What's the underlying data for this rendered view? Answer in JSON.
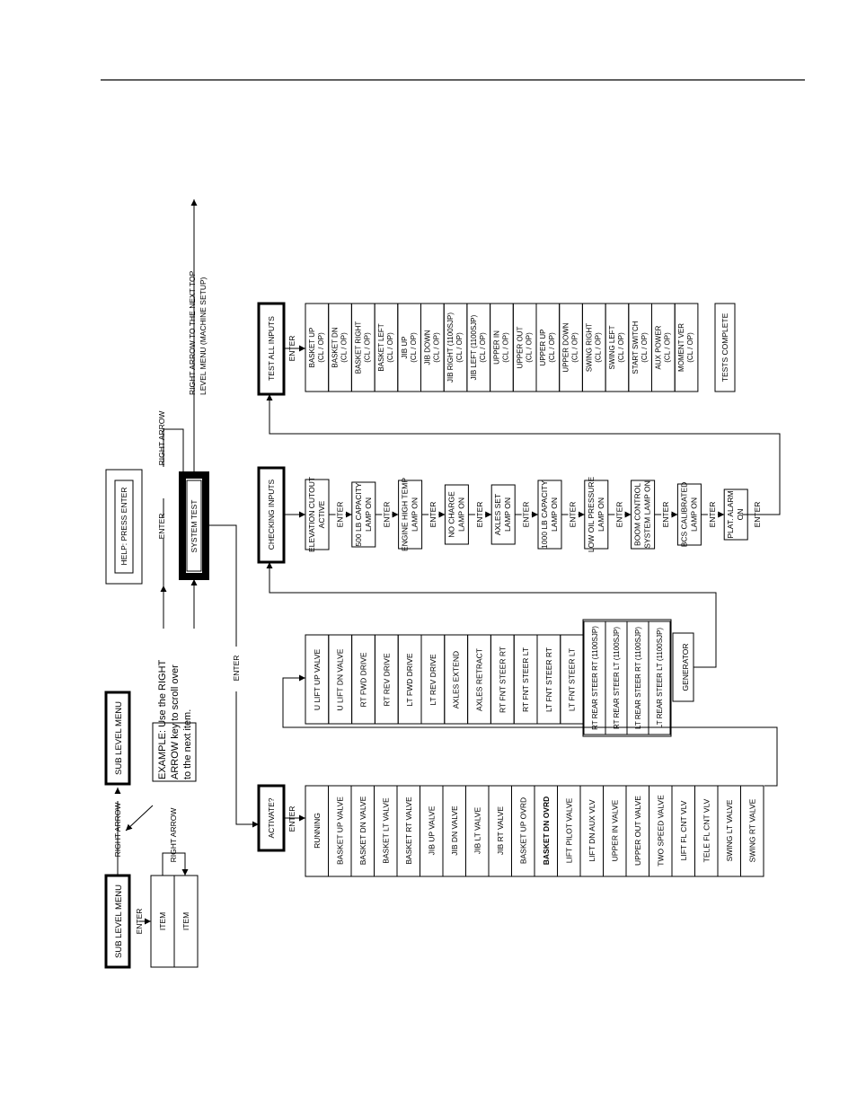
{
  "legend": {
    "sub_level_menu_left": "SUB LEVEL MENU",
    "sub_level_menu_right": "SUB LEVEL MENU",
    "right_arrow_top": "RIGHT ARROW",
    "right_arrow_items": "RIGHT ARROW",
    "enter": "ENTER",
    "items": [
      "ITEM",
      "ITEM"
    ],
    "example_lines": [
      "EXAMPLE:  Use the RIGHT",
      "ARROW key to scroll over",
      "to the next item."
    ]
  },
  "help": {
    "label": "HELP: PRESS ENTER",
    "enter": "ENTER"
  },
  "system_test": {
    "label": "SYSTEM TEST",
    "enter_down": "ENTER",
    "right_arrow": "RIGHT ARROW",
    "next_top_lines": [
      "RIGHT ARROW TO THE NEXT TOP",
      "LEVEL MENU (MACHINE SETUP)"
    ]
  },
  "activate": {
    "label": "ACTIVATE?",
    "enter": "ENTER",
    "items": [
      "RUNNING",
      "BASKET UP VALVE",
      "BASKET DN VALVE",
      "BASKET LT VALVE",
      "BASKET RT VALVE",
      "JIB UP VALVE",
      "JIB DN VALVE",
      "JIB LT VALVE",
      "JIB RT VALVE",
      "BASKET UP OVRD",
      "BASKET DN OVRD",
      "LIFT PILOT VALVE",
      "LIFT DN AUX VLV",
      "UPPER IN VALVE",
      "UPPER OUT VALVE",
      "TWO SPEED VALVE",
      "LIFT FL CNT VLV",
      "TELE FL CNT VLV",
      "SWING LT VALVE",
      "SWING RT VALVE"
    ],
    "items2": [
      "U LIFT UP VALVE",
      "U LIFT DN VALVE",
      "RT FWD DRIVE",
      "RT REV DRIVE",
      "LT FWD DRIVE",
      "LT REV DRIVE",
      "AXLES EXTEND",
      "AXLES RETRACT",
      "RT FNT STEER RT",
      "RT FNT STEER LT",
      "LT FNT STEER RT",
      "LT FNT STEER LT"
    ],
    "items_1100": [
      "RT REAR STEER RT (1100SJP)",
      "RT REAR STEER LT (1100SJP)",
      "LT REAR STEER RT (1100SJP)",
      "LT REAR STEER LT (1100SJP)"
    ],
    "generator": "GENERATOR"
  },
  "checking_inputs": {
    "label": "CHECKING INPUTS",
    "enter": "ENTER",
    "steps": [
      [
        "ELEVATION CUTOUT",
        "ACTIVE"
      ],
      [
        "500 LB CAPACITY",
        "LAMP ON"
      ],
      [
        "ENGINE HIGH TEMP",
        "LAMP ON"
      ],
      [
        "NO CHARGE",
        "LAMP ON"
      ],
      [
        "AXLES SET",
        "LAMP ON"
      ],
      [
        "1000 LB CAPACITY",
        "LAMP ON"
      ],
      [
        "LOW OIL PRESSURE",
        "LAMP ON"
      ],
      [
        "BOOM CONTROL",
        "SYSTEM LAMP ON"
      ],
      [
        "BCS CALIBRATED",
        "LAMP ON"
      ],
      [
        "PLAT. ALARM",
        "ON"
      ]
    ]
  },
  "test_all_inputs": {
    "label": "TEST ALL INPUTS",
    "enter": "ENTER",
    "items": [
      [
        "BASKET UP",
        "(CL / OP)"
      ],
      [
        "BASKET DN",
        "(CL / OP)"
      ],
      [
        "BASKET RIGHT",
        "(CL / OP)"
      ],
      [
        "BASKET LEFT",
        "(CL / OP)"
      ],
      [
        "JIB UP",
        "(CL / OP)"
      ],
      [
        "JIB DOWN",
        "(CL / OP)"
      ],
      [
        "JIB RIGHT (1100SJP)",
        "(CL / OP)"
      ],
      [
        "JIB LEFT (1100SJP)",
        "(CL / OP)"
      ],
      [
        "UPPER IN",
        "(CL / OP)"
      ],
      [
        "UPPER OUT",
        "(CL / OP)"
      ],
      [
        "UPPER UP",
        "(CL / OP)"
      ],
      [
        "UPPER DOWN",
        "(CL / OP)"
      ],
      [
        "SWING RIGHT",
        "(CL / OP)"
      ],
      [
        "SWING LEFT",
        "(CL / OP)"
      ],
      [
        "START SWITCH",
        "(CL / OP)"
      ],
      [
        "AUX POWER",
        "(CL / OP)"
      ],
      [
        "MOMENT VER",
        "(CL / OP)"
      ]
    ],
    "complete": "TESTS COMPLETE"
  }
}
